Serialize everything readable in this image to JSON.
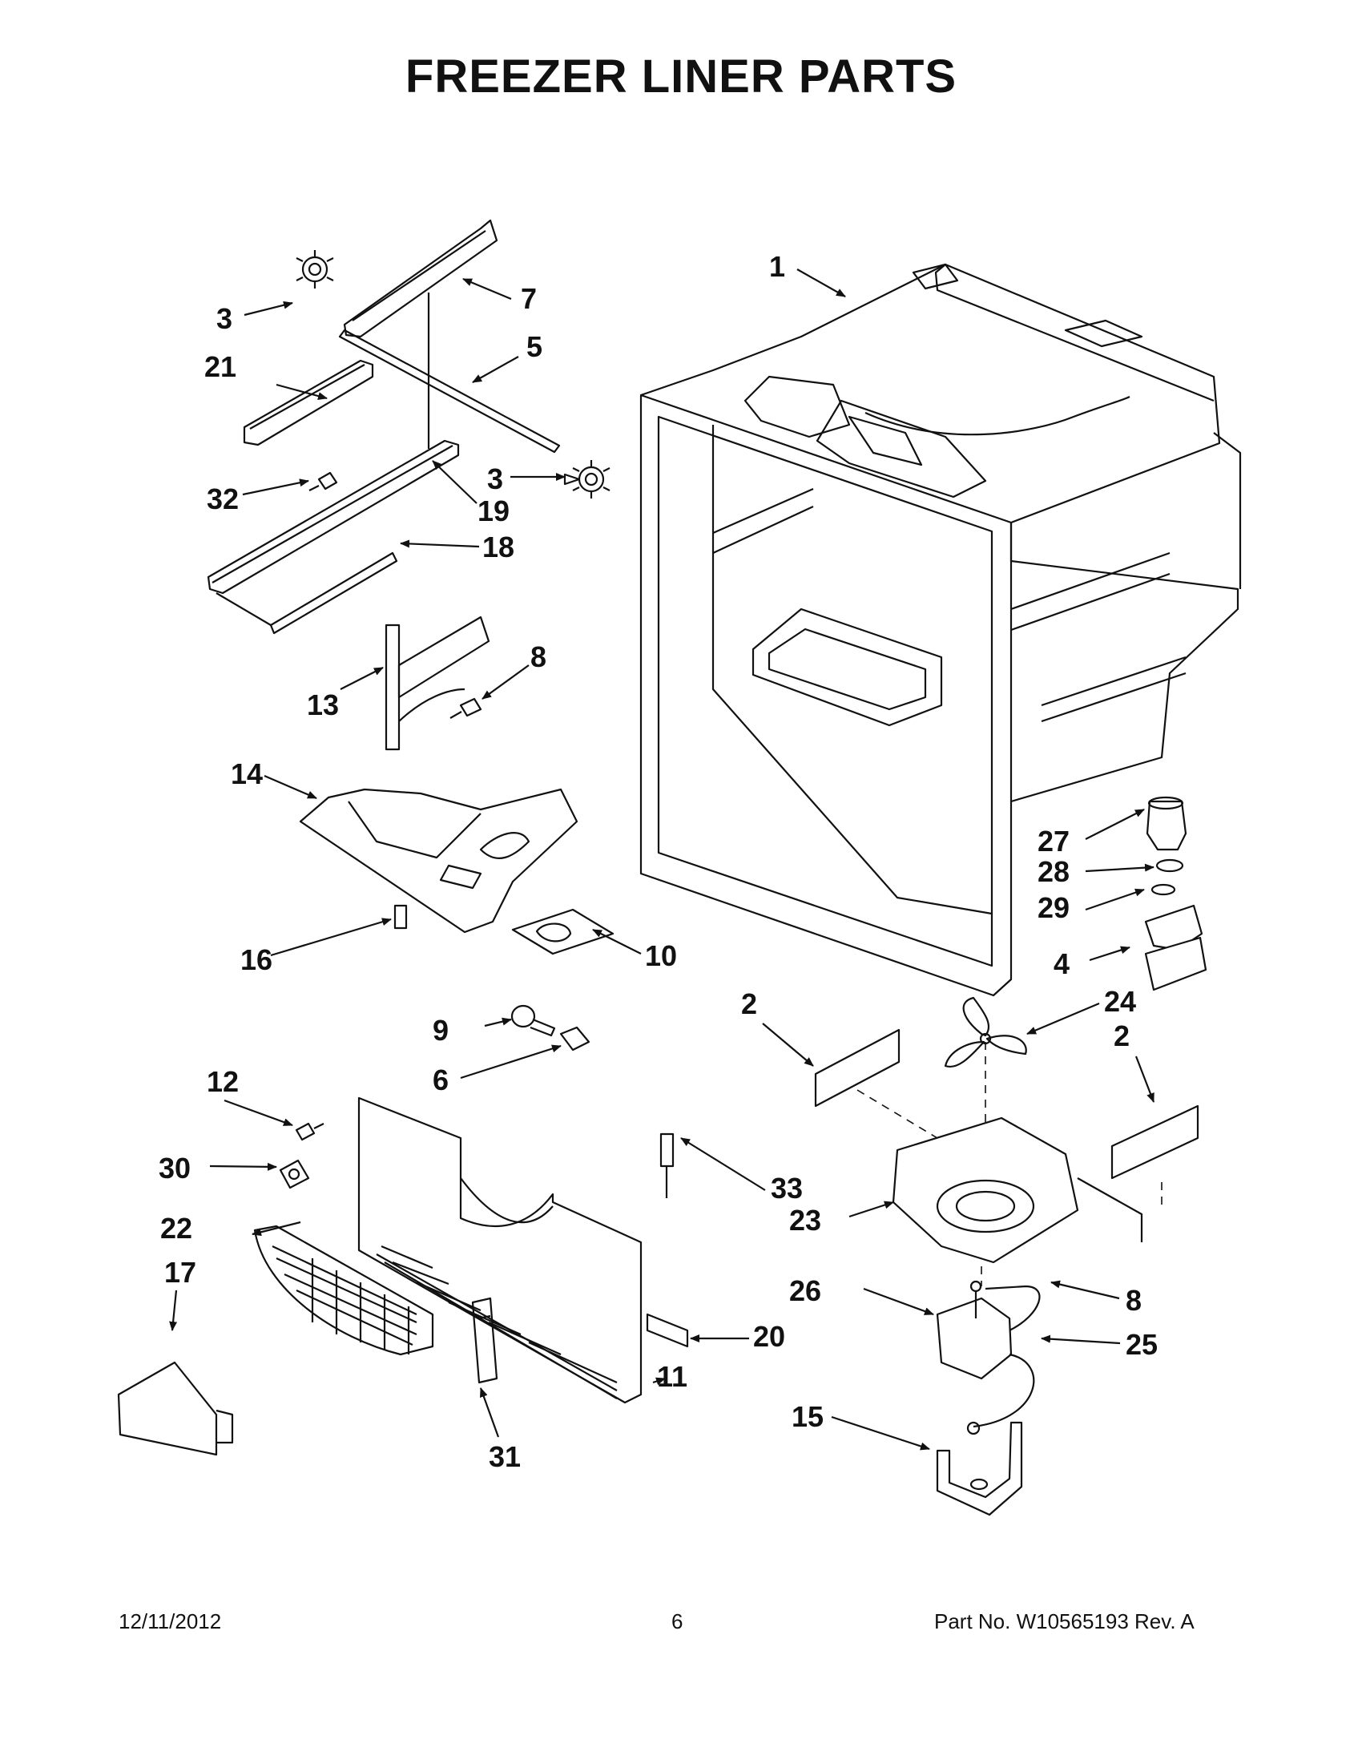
{
  "title": "FREEZER LINER PARTS",
  "callouts": [
    "1",
    "2",
    "2",
    "3",
    "3",
    "4",
    "5",
    "6",
    "7",
    "8",
    "8",
    "9",
    "10",
    "11",
    "12",
    "13",
    "14",
    "15",
    "16",
    "17",
    "18",
    "19",
    "20",
    "21",
    "22",
    "23",
    "24",
    "25",
    "26",
    "27",
    "28",
    "29",
    "30",
    "31",
    "32",
    "33"
  ],
  "footer": {
    "date": "12/11/2012",
    "page": "6",
    "part": "Part No.  W10565193  Rev.  A"
  }
}
